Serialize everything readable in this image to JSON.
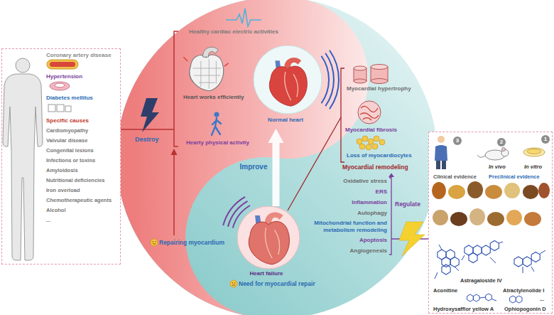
{
  "diagram": {
    "nodes": [
      {
        "text": [
          "Coronary artery disease",
          "Hypertension",
          "Diabetes mellitus",
          "Specific causes",
          "Cardiomyopathy",
          "Valvular disease",
          "Congenital lesions",
          "Infections or toxins",
          "Amyloidosis",
          "Nutritional deficiencies",
          "Iron overload",
          "Chemotherapeutic agents",
          "Alcohol",
          "..."
        ]
      },
      {
        "text": [
          "Normal heart"
        ]
      },
      {
        "text": [
          "Heart failure"
        ]
      },
      {
        "text": [
          "3",
          "Clinical evidence",
          "2",
          "In vivo",
          "1",
          "In vitro",
          "Preclinical evidence",
          "Aconitine",
          "Astragaloside IV",
          "Atractylenolide I",
          "Hydroxysafflor yellow A",
          "Ophiopogonin D",
          "..."
        ]
      }
    ],
    "edges": [
      {
        "from": 2,
        "to": 1,
        "arrow": "to",
        "label": "Improve"
      }
    ],
    "labels": [
      "Healthy cardiac electric activities",
      "Heart works efficiently",
      "Hearty physical activity",
      "Destroy",
      "Repairing myocardium",
      "Myocardial hypertrophy",
      "Myocardial fibrosis",
      "Loss of myocardiocytes",
      "Myocardial remodeling",
      "Oxidative stress",
      "ERS",
      "Inflammation",
      "Autophagy",
      "Mitochondrial function and metabolism remodeling",
      "Apoptosis",
      "Angiogenesis",
      "Regulate",
      "Need for myocardial repair"
    ]
  }
}
